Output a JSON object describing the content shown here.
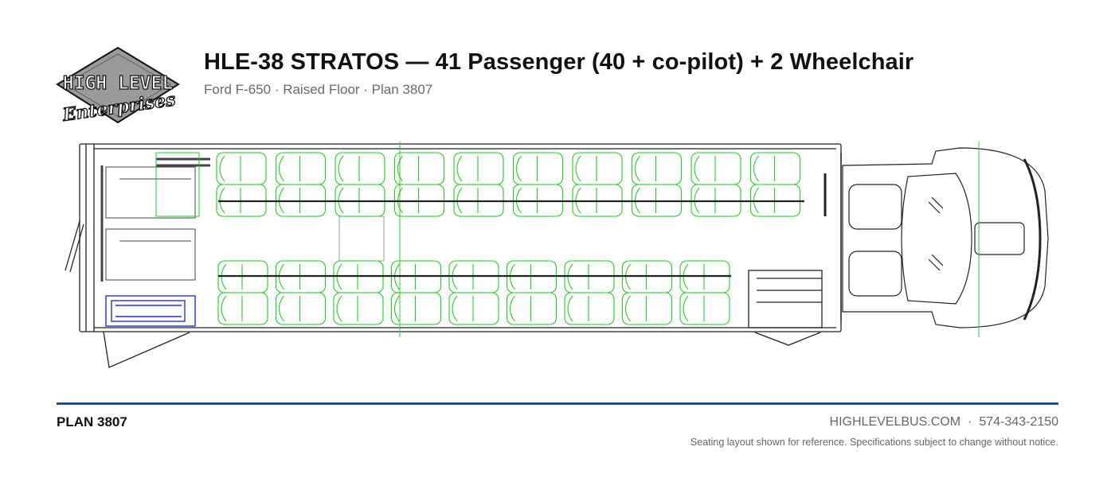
{
  "header": {
    "title": "HLE-38 STRATOS — 41 Passenger (40 + co-pilot) + 2 Wheelchair",
    "subtitle": "Ford F-650 · Raised Floor · Plan 3807"
  },
  "logo": {
    "line1": "HIGH LEVEL",
    "line2": "Enterprises"
  },
  "footer": {
    "plan_label": "PLAN 3807",
    "website": "HIGHLEVELBUS.COM",
    "separator": "·",
    "phone": "574-343-2150",
    "disclaimer": "Seating layout shown for reference. Specifications subject to change without notice."
  },
  "colors": {
    "seat": "#22cc22",
    "outline": "#222222",
    "lift": "#2233cc",
    "rule": "#1f4e8c",
    "centerline": "#33cc33"
  },
  "floorplan": {
    "top_row_seat_pairs": 10,
    "bottom_row_seat_pairs": 9,
    "wheelchair_positions": 2
  }
}
